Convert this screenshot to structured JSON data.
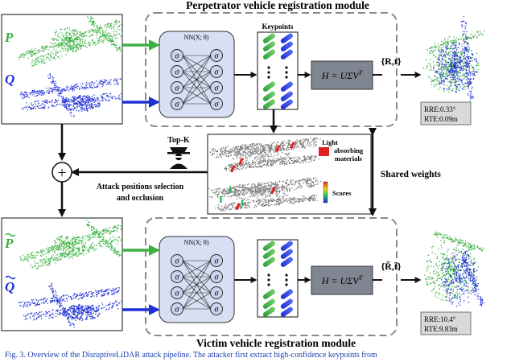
{
  "top": {
    "title": "Perpetrator vehicle registration module",
    "input_p": "P",
    "input_q": "Q",
    "nn_label": "NN(X; θ)",
    "keypoints_label": "Keypoints",
    "svd_label": "H = UΣV",
    "svd_sup": "T",
    "output_label": "{R,t}",
    "rre": "RRE:0.33°",
    "rte": "RTE:0.09m"
  },
  "middle": {
    "topk_label": "Top-K",
    "light_label_1": "Light",
    "light_label_2": "absorbing",
    "light_label_3": "materials",
    "scores_label": "Scores",
    "attack_label_1": "Attack positions selection",
    "attack_label_2": "and occlusion",
    "shared_label": "Shared weights",
    "plus_symbol": "+"
  },
  "bottom": {
    "title": "Victim vehicle registration module",
    "input_p": "P",
    "input_q": "Q",
    "nn_label": "NN(X; θ)",
    "svd_label": "H = UΣV",
    "svd_sup": "T",
    "output_label": "{R̃,t̃}",
    "rre": "RRE:10.4°",
    "rte": "RTE:9.83m"
  },
  "neuron_symbol": "σ",
  "caption": "Fig. 3. Overview of the DisruptiveLiDAR attack pipeline. The attacker first extract high-confidence keypoints from",
  "colors": {
    "green": "#3cb043",
    "blue": "#1f2fd6",
    "nn_fill": "#d7dff3",
    "svd_fill": "#7f8591",
    "box_dash": "#8a8a8a",
    "red": "#e02020"
  }
}
